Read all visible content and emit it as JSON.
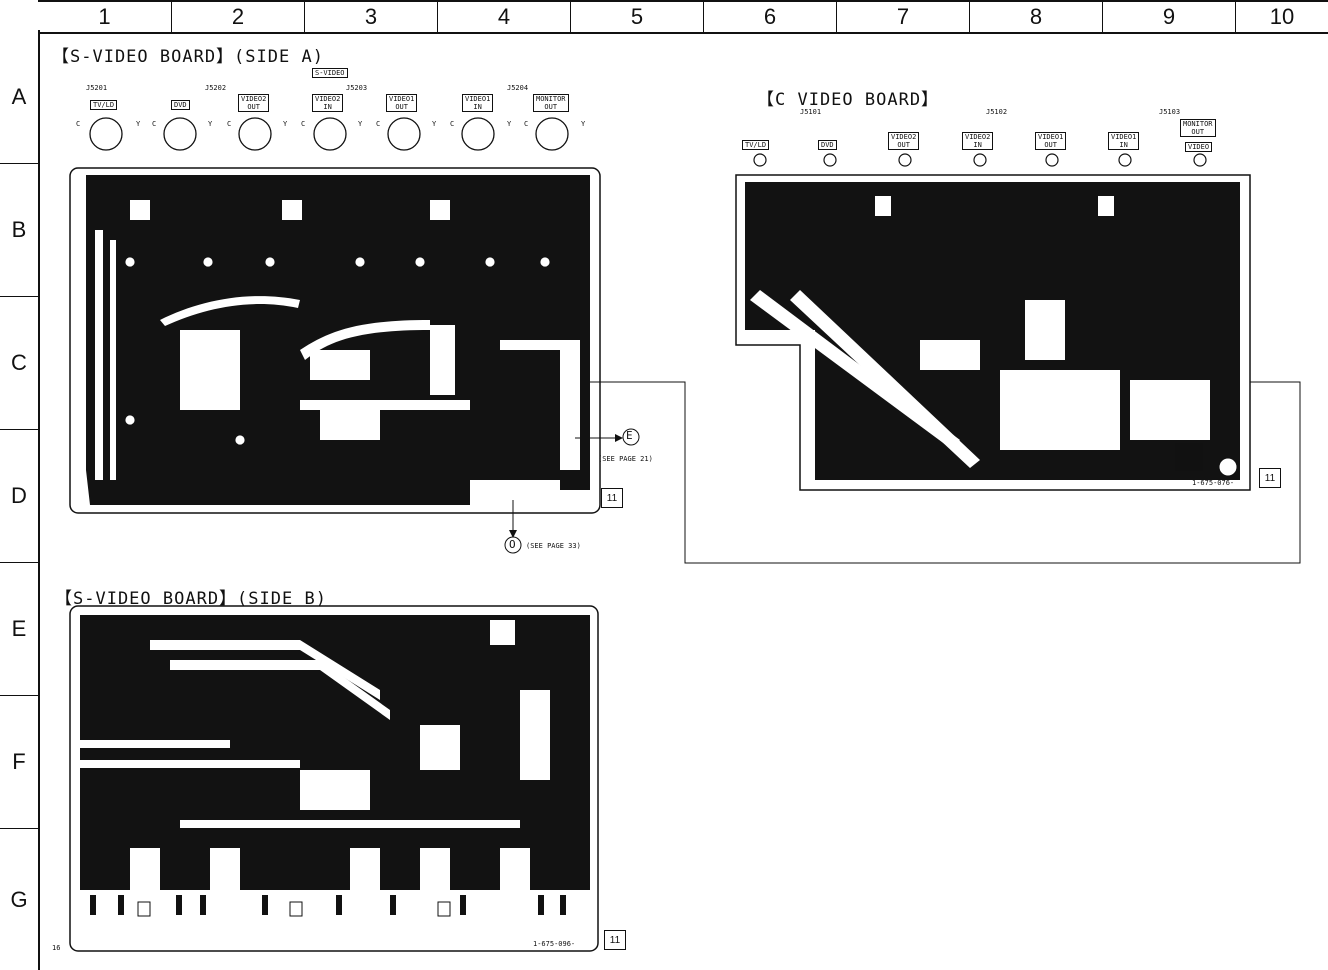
{
  "columns": [
    "1",
    "2",
    "3",
    "4",
    "5",
    "6",
    "7",
    "8",
    "9",
    "10"
  ],
  "rows": [
    "A",
    "B",
    "C",
    "D",
    "E",
    "F",
    "G"
  ],
  "boards": {
    "s_video_a": {
      "title": "【S-VIDEO BOARD】(SIDE A)",
      "jack_refs": [
        "J5201",
        "J5202",
        "J5203",
        "J5204"
      ],
      "group_label": "S-VIDEO",
      "jacks": [
        "TV/LD",
        "DVD",
        "VIDEO2\nOUT",
        "VIDEO2\nIN",
        "VIDEO1\nOUT",
        "VIDEO1\nIN",
        "MONITOR\nOUT"
      ],
      "pin_c": "C",
      "pin_y": "Y",
      "ref_box": "11",
      "connector_e": "E",
      "connector_e_note": "(SEE PAGE 21)",
      "connector_o": "O",
      "connector_o_note": "(SEE PAGE 33)"
    },
    "c_video": {
      "title": "【C VIDEO BOARD】",
      "jack_refs": [
        "J5101",
        "J5102",
        "J5103"
      ],
      "jacks": [
        "TV/LD",
        "DVD",
        "VIDEO2\nOUT",
        "VIDEO2\nIN",
        "VIDEO1\nOUT",
        "VIDEO1\nIN",
        "MONITOR\nOUT"
      ],
      "video_label": "VIDEO",
      "part_number": "1-675-076-",
      "ref_box": "11"
    },
    "s_video_b": {
      "title": "【S-VIDEO BOARD】(SIDE B)",
      "part_number": "1-675-096-",
      "ref_box": "11",
      "page_number": "16"
    }
  }
}
